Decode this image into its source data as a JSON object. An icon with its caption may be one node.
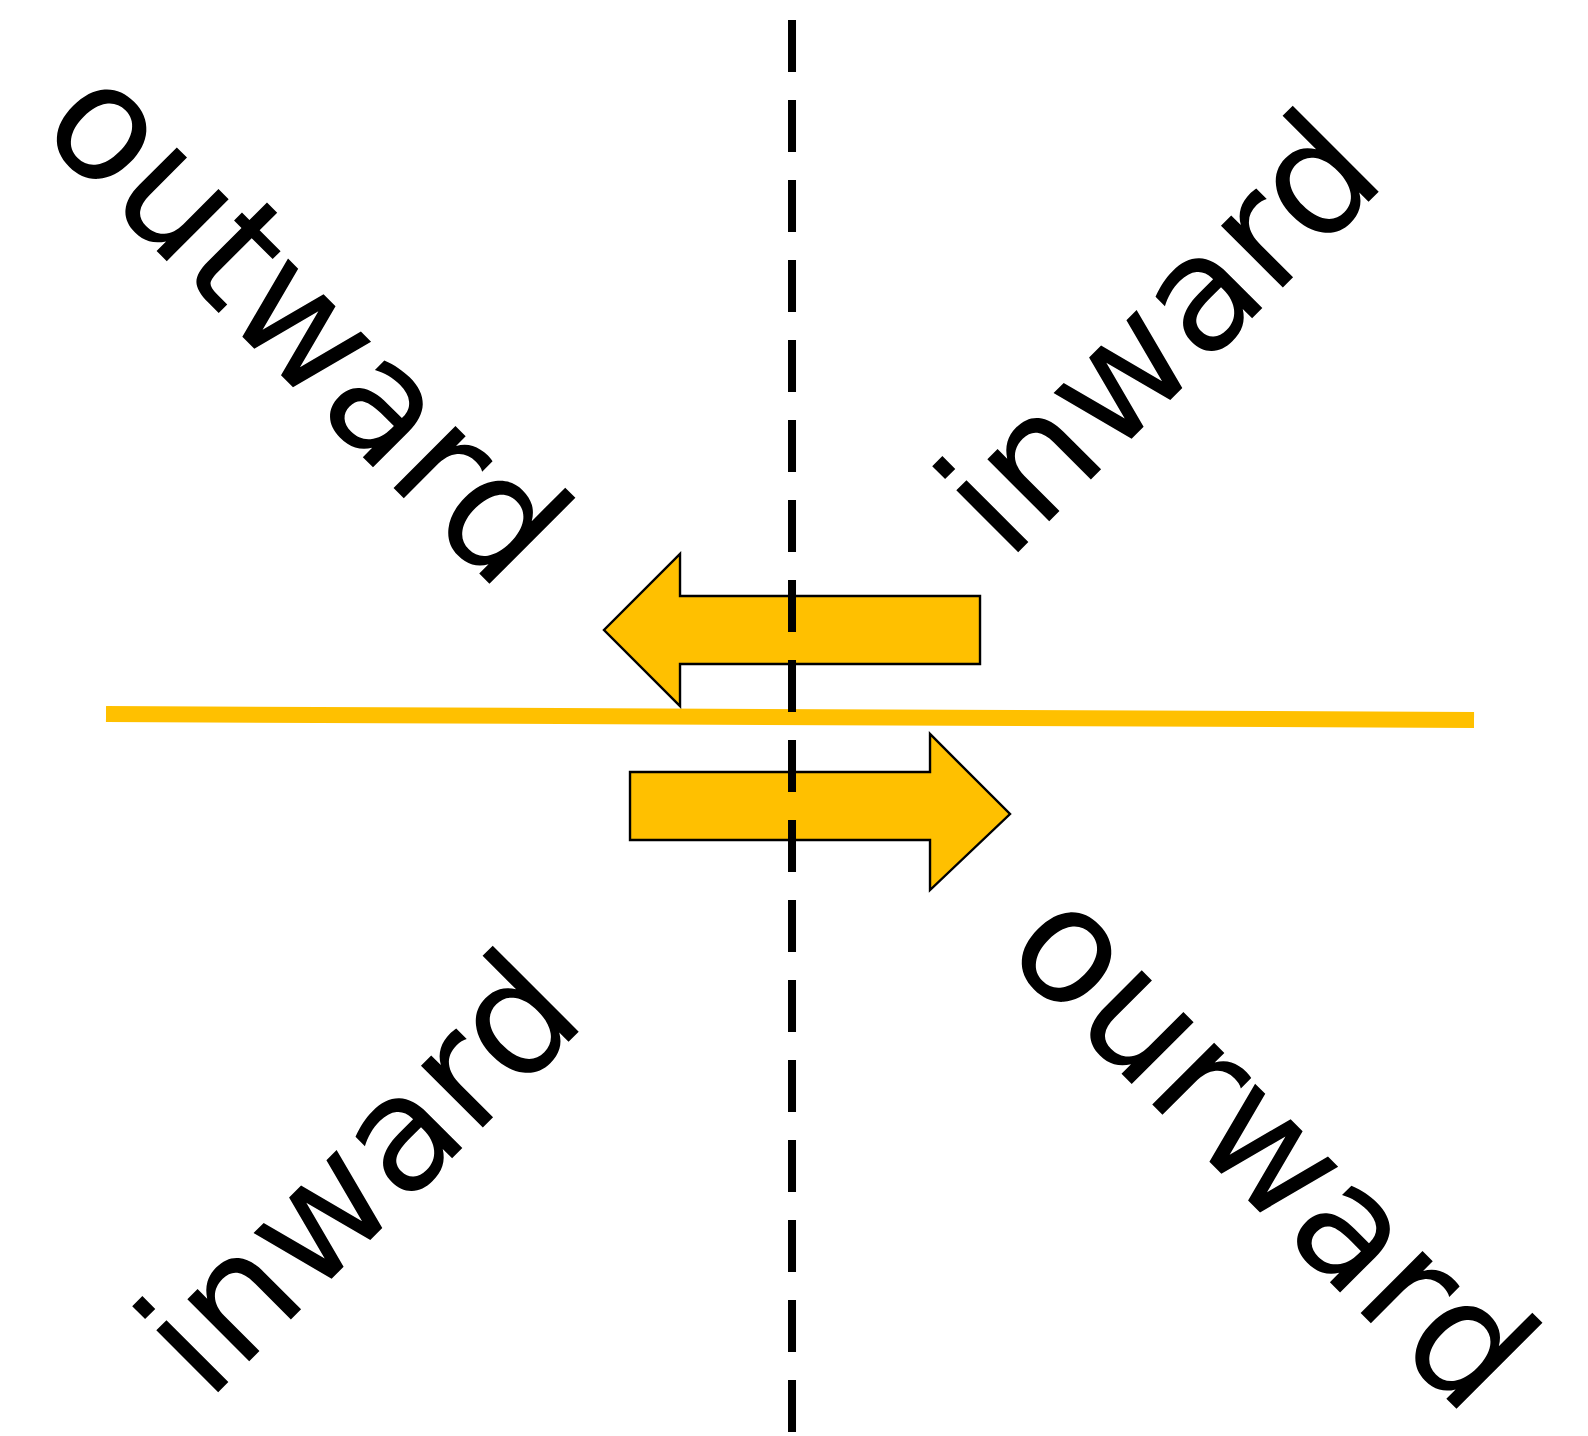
{
  "diagram": {
    "labels": [
      "outward",
      "inward",
      "inward",
      "ourward"
    ]
  }
}
